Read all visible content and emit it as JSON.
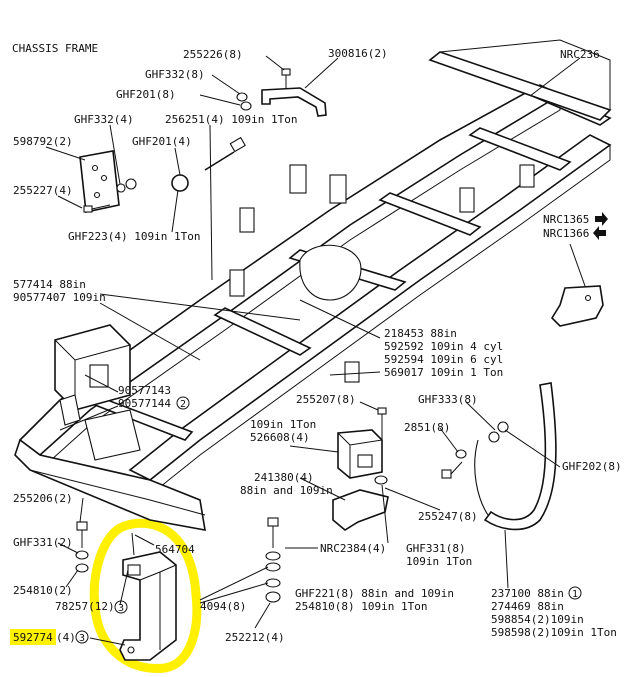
{
  "title": "CHASSIS FRAME",
  "labels": {
    "p255226": "255226(8)",
    "p300816": "300816(2)",
    "pNRC236": "NRC236",
    "pGHF332a": "GHF332(8)",
    "pGHF201a": "GHF201(8)",
    "pGHF332b": "GHF332(4)",
    "p256251": "256251(4) 109in 1Ton",
    "pGHF201b": "GHF201(4)",
    "p598792": "598792(2)",
    "p255227": "255227(4)",
    "pGHF223": "GHF223(4) 109in 1Ton",
    "pNRC1365": "NRC1365",
    "pNRC1366": "NRC1366",
    "p577414": "577414 88in",
    "p90577407": "90577407 109in",
    "p218453": "218453 88in",
    "p592592": "592592 109in 4 cyl",
    "p592594": "592594 109in 6 cyl",
    "p569017": "569017 109in 1 Ton",
    "p90577143": "90577143",
    "p90577144": "90577144",
    "p255207": "255207(8)",
    "pGHF333": "GHF333(8)",
    "p109in1Ton": "109in 1Ton",
    "p526608": "526608(4)",
    "p2851": "2851(8)",
    "pGHF202": "GHF202(8)",
    "p241380a": "241380(4)",
    "p241380b": "88in and 109in",
    "p255247": "255247(8)",
    "p255206": "255206(2)",
    "p564704": "564704",
    "pGHF331a": "GHF331(2)",
    "pNRC2384": "NRC2384(4)",
    "pGHF331b": "GHF331(8)",
    "pGHF331b2": "109in 1Ton",
    "p254810a": "254810(2)",
    "p78257": "78257(12)",
    "p4094": "4094(8)",
    "pGHF221": "GHF221(8) 88in and 109in",
    "p254810b": "254810(8) 109in 1Ton",
    "p237100": "237100 88in",
    "p274469": "274469 88in",
    "p598854": "598854(2)109in",
    "p598598": "598598(2)109in 1Ton",
    "p592774": "592774",
    "p592774qty": "(4)",
    "p252212": "252212(4)",
    "c2": "2",
    "c3a": "3",
    "c3b": "3",
    "c1": "1"
  },
  "colors": {
    "highlight": "#ffef00",
    "highlight_text": "#fff200",
    "ink": "#111111"
  }
}
